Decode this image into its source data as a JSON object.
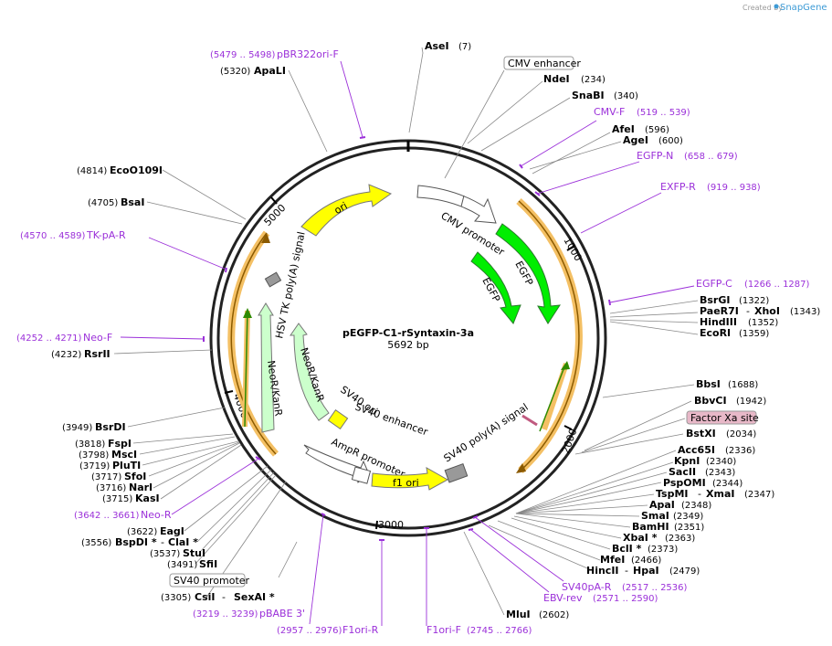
{
  "credit": {
    "created_by": "Created by",
    "brand": "SnapGene"
  },
  "title": "pEGFP-C1-rSyntaxin-3a",
  "length": "5692 bp",
  "ticks": [
    "1000",
    "2000",
    "3000",
    "4000",
    "5000"
  ],
  "features": {
    "ori": "ori",
    "cmv_promoter": "CMV promoter",
    "egfp_outer": "EGFP",
    "egfp_inner": "EGFP",
    "hsv_tk": "HSV TK poly(A) signal",
    "neor_outer": "NeoR/KanR",
    "neor_inner": "NeoR/KanR",
    "sv40_ori": "SV40 ori",
    "sv40_enh": "SV40 enhancer",
    "ampr": "AmpR promoter",
    "f1ori": "f1 ori",
    "sv40_polya": "SV40 poly(A) signal"
  },
  "boxed": {
    "cmv_enhancer": "CMV enhancer",
    "factor_xa": "Factor Xa site",
    "sv40_promoter": "SV40 promoter"
  },
  "enzymes": {
    "asei": {
      "name": "AseI",
      "pos": "(7)"
    },
    "ndei": {
      "name": "NdeI",
      "pos": "(234)"
    },
    "snabi": {
      "name": "SnaBI",
      "pos": "(340)"
    },
    "afei": {
      "name": "AfeI",
      "pos": "(596)"
    },
    "agei": {
      "name": "AgeI",
      "pos": "(600)"
    },
    "bsrgi": {
      "name": "BsrGI",
      "pos": "(1322)"
    },
    "paer7i": {
      "name": "PaeR7I",
      "sep": "-",
      "name2": "XhoI",
      "pos": "(1343)"
    },
    "hindiii": {
      "name": "HindIII",
      "pos": "(1352)"
    },
    "ecori": {
      "name": "EcoRI",
      "pos": "(1359)"
    },
    "bbsi": {
      "name": "BbsI",
      "pos": "(1688)"
    },
    "bbvci": {
      "name": "BbvCI",
      "pos": "(1942)"
    },
    "bstxi": {
      "name": "BstXI",
      "pos": "(2034)"
    },
    "acc65i": {
      "name": "Acc65I",
      "pos": "(2336)"
    },
    "kpni": {
      "name": "KpnI",
      "pos": "(2340)"
    },
    "sacii": {
      "name": "SacII",
      "pos": "(2343)"
    },
    "pspomi": {
      "name": "PspOMI",
      "pos": "(2344)"
    },
    "tspmi": {
      "name": "TspMI",
      "sep": "-",
      "name2": "XmaI",
      "pos": "(2347)"
    },
    "apai": {
      "name": "ApaI",
      "pos": "(2348)"
    },
    "smai": {
      "name": "SmaI",
      "pos": "(2349)"
    },
    "bamhi": {
      "name": "BamHI",
      "pos": "(2351)"
    },
    "xbai": {
      "name": "XbaI *",
      "pos": "(2363)"
    },
    "bcli": {
      "name": "BclI *",
      "pos": "(2373)"
    },
    "mfei": {
      "name": "MfeI",
      "pos": "(2466)"
    },
    "hincii": {
      "name": "HincII",
      "sep": "-",
      "name2": "HpaI",
      "pos": "(2479)"
    },
    "mlui": {
      "name": "MluI",
      "pos": "(2602)"
    },
    "csii": {
      "name": "CsiI",
      "sep": "-",
      "name2": "SexAI *",
      "pos": "(3305)"
    },
    "sfii": {
      "name": "SfiI",
      "pos": "(3491)"
    },
    "stui": {
      "name": "StuI",
      "pos": "(3537)"
    },
    "bspdi": {
      "name": "BspDI *",
      "sep": "-",
      "name2": "ClaI *",
      "pos": "(3556)"
    },
    "eagi": {
      "name": "EagI",
      "pos": "(3622)"
    },
    "kasi": {
      "name": "KasI",
      "pos": "(3715)"
    },
    "nari": {
      "name": "NarI",
      "pos": "(3716)"
    },
    "sfoi": {
      "name": "SfoI",
      "pos": "(3717)"
    },
    "pluti": {
      "name": "PluTI",
      "pos": "(3719)"
    },
    "mscI": {
      "name": "MscI",
      "pos": "(3798)"
    },
    "fspi": {
      "name": "FspI",
      "pos": "(3818)"
    },
    "bsrdi": {
      "name": "BsrDI",
      "pos": "(3949)"
    },
    "rsrii": {
      "name": "RsrII",
      "pos": "(4232)"
    },
    "bsai": {
      "name": "BsaI",
      "pos": "(4705)"
    },
    "ecoo109i": {
      "name": "EcoO109I",
      "pos": "(4814)"
    },
    "apali": {
      "name": "ApaLI",
      "pos": "(5320)"
    }
  },
  "primers": {
    "pbr322": {
      "range": "(5479 .. 5498)",
      "name": "pBR322ori-F"
    },
    "cmvf": {
      "name": "CMV-F",
      "range": "(519 .. 539)"
    },
    "egfpn": {
      "name": "EGFP-N",
      "range": "(658 .. 679)"
    },
    "exfpr": {
      "name": "EXFP-R",
      "range": "(919 .. 938)"
    },
    "egfpc": {
      "name": "EGFP-C",
      "range": "(1266 .. 1287)"
    },
    "tkpar": {
      "range": "(4570 .. 4589)",
      "name": "TK-pA-R"
    },
    "neof": {
      "range": "(4252 .. 4271)",
      "name": "Neo-F"
    },
    "neor": {
      "range": "(3642 .. 3661)",
      "name": "Neo-R"
    },
    "pbabe": {
      "range": "(3219 .. 3239)",
      "name": "pBABE 3'"
    },
    "f1orir": {
      "range": "(2957 .. 2976)",
      "name": "F1ori-R"
    },
    "f1orif": {
      "name": "F1ori-F",
      "range": "(2745 .. 2766)"
    },
    "ebvrev": {
      "name": "EBV-rev",
      "range": "(2571 .. 2590)"
    },
    "sv40par": {
      "name": "SV40pA-R",
      "range": "(2517 .. 2536)"
    }
  }
}
